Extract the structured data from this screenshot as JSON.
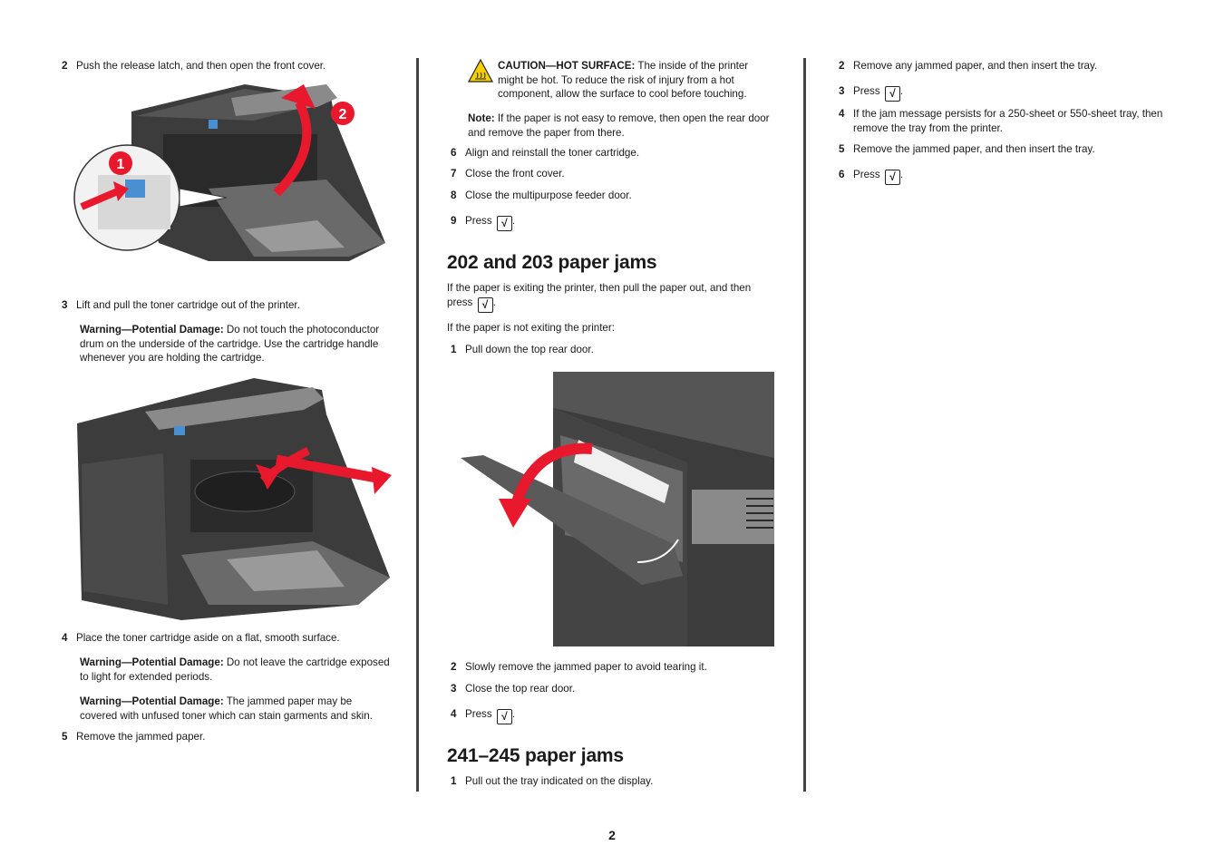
{
  "col1": {
    "step2": {
      "num": "2",
      "text": "Push the release latch, and then open the front cover."
    },
    "callout1": "1",
    "callout2": "2",
    "step3": {
      "num": "3",
      "text": "Lift and pull the toner cartridge out of the printer."
    },
    "warn1": {
      "label": "Warning—Potential Damage:",
      "text": " Do not touch the photoconductor drum on the underside of the cartridge. Use the cartridge handle whenever you are holding the cartridge."
    },
    "step4": {
      "num": "4",
      "text": "Place the toner cartridge aside on a flat, smooth surface."
    },
    "warn2": {
      "label": "Warning—Potential Damage:",
      "text": " Do not leave the cartridge exposed to light for extended periods."
    },
    "warn3": {
      "label": "Warning—Potential Damage:",
      "text": " The jammed paper may be covered with unfused toner which can stain garments and skin."
    },
    "step5": {
      "num": "5",
      "text": "Remove the jammed paper."
    }
  },
  "col2": {
    "caution": {
      "label": "CAUTION—HOT SURFACE:",
      "text": " The inside of the printer might be hot. To reduce the risk of injury from a hot component, allow the surface to cool before touching."
    },
    "note": {
      "label": "Note:",
      "text": " If the paper is not easy to remove, then open the rear door and remove the paper from there."
    },
    "step6": {
      "num": "6",
      "text": "Align and reinstall the toner cartridge."
    },
    "step7": {
      "num": "7",
      "text": "Close the front cover."
    },
    "step8": {
      "num": "8",
      "text": "Close the multipurpose feeder door."
    },
    "step9": {
      "num": "9",
      "text": "Press"
    },
    "heading1": "202 and 203 paper jams",
    "intro1": "If the paper is exiting the printer, then pull the paper out, and then press",
    "intro2": "If the paper is not exiting the printer:",
    "s1": {
      "num": "1",
      "text": "Pull down the top rear door."
    },
    "s2": {
      "num": "2",
      "text": "Slowly remove the jammed paper to avoid tearing it."
    },
    "s3": {
      "num": "3",
      "text": "Close the top rear door."
    },
    "s4": {
      "num": "4",
      "text": "Press"
    },
    "heading2": "241–245 paper jams",
    "t1": {
      "num": "1",
      "text": "Pull out the tray indicated on the display."
    }
  },
  "col3": {
    "t2": {
      "num": "2",
      "text": "Remove any jammed paper, and then insert the tray."
    },
    "t3": {
      "num": "3",
      "text": "Press"
    },
    "t4": {
      "num": "4",
      "text": "If the jam message persists for a 250-sheet or 550-sheet tray, then remove the tray from the printer."
    },
    "t5": {
      "num": "5",
      "text": "Remove the jammed paper, and then insert the tray."
    },
    "t6": {
      "num": "6",
      "text": "Press"
    }
  },
  "checkmark": "√",
  "period": ".",
  "page_number": "2",
  "colors": {
    "arrow": "#e8192c",
    "printer_dark": "#3c3c3c",
    "printer_light": "#8a8a8a",
    "latch": "#4a8fd0"
  }
}
